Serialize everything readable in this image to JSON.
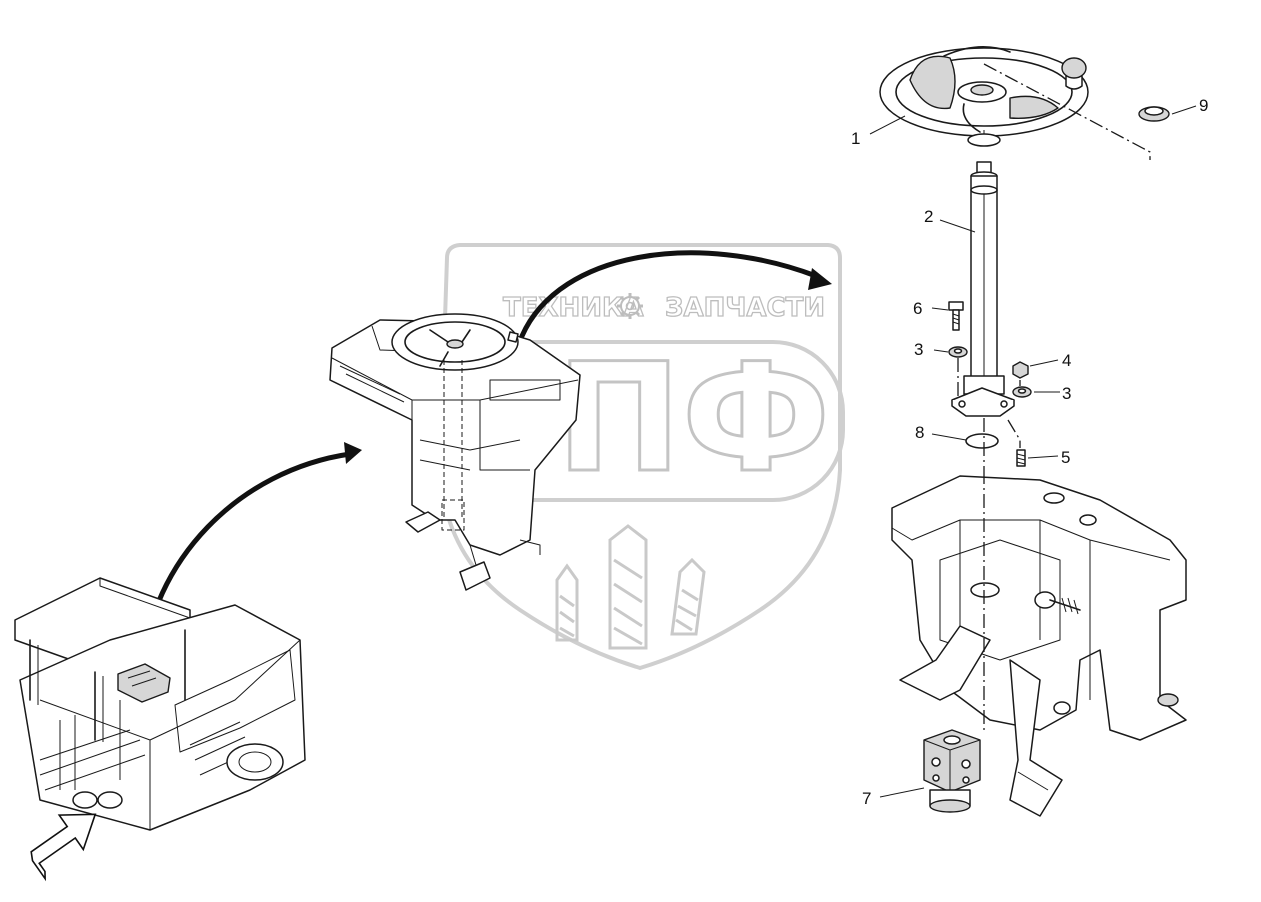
{
  "watermark": {
    "top_left": "ТЕХНИКА",
    "top_right": "ЗАПЧАСТИ",
    "letters": "ЭПФ"
  },
  "callouts": [
    {
      "id": "1",
      "label": "1"
    },
    {
      "id": "2",
      "label": "2"
    },
    {
      "id": "3a",
      "label": "3"
    },
    {
      "id": "3b",
      "label": "3"
    },
    {
      "id": "4",
      "label": "4"
    },
    {
      "id": "5",
      "label": "5"
    },
    {
      "id": "6",
      "label": "6"
    },
    {
      "id": "7",
      "label": "7"
    },
    {
      "id": "8",
      "label": "8"
    },
    {
      "id": "9",
      "label": "9"
    }
  ],
  "icons": {
    "watermark_gear": "gear-icon",
    "view_direction": "view-direction-arrow-icon"
  },
  "colors": {
    "line": "#1a1a1a",
    "watermark": "#c4c4c4",
    "fill_grey": "#d6d6d6"
  }
}
